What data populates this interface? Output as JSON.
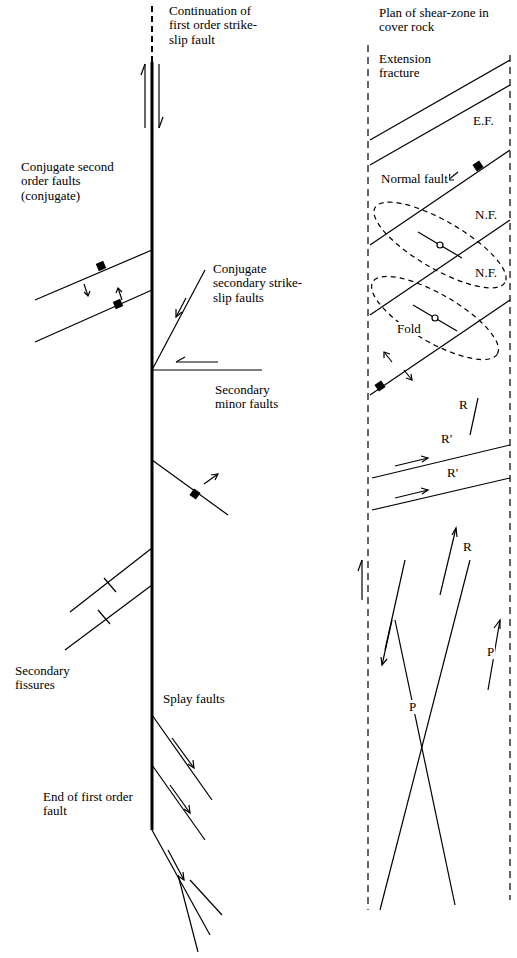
{
  "diagram": {
    "labels": [
      "Continuation of first order strike-slip fault",
      "Conjugate second order faults (conjugate)",
      "Conjugate secondary strike-slip faults",
      "Secondary minor faults",
      "Secondary fissures",
      "Splay faults",
      "End of first order fault",
      "Plan of shear-zone in cover rock",
      "Extension fracture",
      "E.F.",
      "Normal fault",
      "N.F.",
      "N.F.",
      "Fold",
      "R",
      "R′",
      "R'",
      "R",
      "P",
      "P"
    ]
  }
}
